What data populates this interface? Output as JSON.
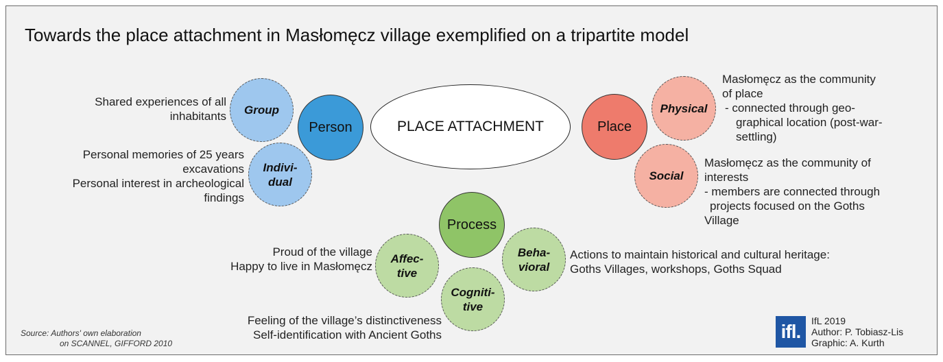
{
  "title": "Towards the place attachment in Masłomęcz village exemplified on a tripartite model",
  "center": "PLACE ATTACHMENT",
  "person": {
    "label": "Person",
    "group": {
      "label": "Group",
      "text": [
        "Shared experiences of all",
        "inhabitants"
      ]
    },
    "individual": {
      "label_lines": [
        "Indivi-",
        "dual"
      ],
      "text": [
        "Personal memories of 25 years",
        "excavations",
        "Personal interest in archeological",
        "findings"
      ]
    }
  },
  "place": {
    "label": "Place",
    "physical": {
      "label": "Physical",
      "text": [
        "Masłomęcz as the community",
        "of place",
        "- connected through geo-",
        "graphical location (post-war-",
        "settling)"
      ]
    },
    "social": {
      "label": "Social",
      "text": [
        "Masłomęcz as the community of",
        "interests",
        "- members are connected through",
        "projects focused on the Goths",
        "Village"
      ]
    }
  },
  "process": {
    "label": "Process",
    "affective": {
      "label_lines": [
        "Affec-",
        "tive"
      ],
      "text": [
        "Proud of the village",
        "Happy to live in Masłomęcz"
      ]
    },
    "behavioral": {
      "label_lines": [
        "Beha-",
        "vioral"
      ],
      "text": [
        "Actions to maintain historical and cultural heritage:",
        "Goths Villages, workshops, Goths Squad"
      ]
    },
    "cognitive": {
      "label_lines": [
        "Cogniti-",
        "tive"
      ],
      "text": [
        "Feeling of the village’s distinctiveness",
        "Self-identification with Ancient Goths"
      ]
    }
  },
  "source": [
    "Source: Authors' own elaboration",
    "on SCANNEL, GIFFORD 2010"
  ],
  "logo": "ifl.",
  "credits": [
    "IfL 2019",
    "Author: P. Tobiasz-Lis",
    "Graphic: A. Kurth"
  ],
  "colors": {
    "person": "#3b9ad8",
    "person_light": "#9ec7ee",
    "place": "#ee7b6c",
    "place_light": "#f5b1a3",
    "process": "#8fc467",
    "process_light": "#bddba3",
    "background": "#f2f2f2",
    "logo": "#1f56a4"
  }
}
